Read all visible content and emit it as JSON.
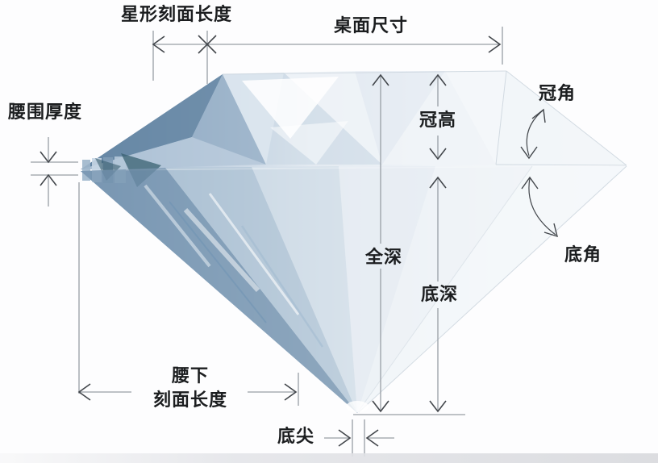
{
  "diagram": {
    "subject": "diamond-proportions-diagram",
    "labels": {
      "star_facet_length": "星形刻面长度",
      "table_size": "桌面尺寸",
      "girdle_thickness": "腰围厚度",
      "crown_height": "冠高",
      "crown_angle": "冠角",
      "total_depth": "全深",
      "pavilion_depth": "底深",
      "pavilion_angle": "底角",
      "lower_girdle_facet_line1": "腰下",
      "lower_girdle_facet_line2": "刻面长度",
      "culet": "底尖"
    },
    "colors": {
      "background": "#fdfdfe",
      "dimension_line": "#989ea5",
      "arrowhead": "#43474c",
      "label_text": "#1b1d1f",
      "diamond_deep_blue": "#5f81a0",
      "diamond_mid_blue": "#aec3d7",
      "diamond_pale": "#eff3f7",
      "diamond_teal_accent": "#3a6272",
      "bottom_band": "#d8d9dd"
    }
  }
}
